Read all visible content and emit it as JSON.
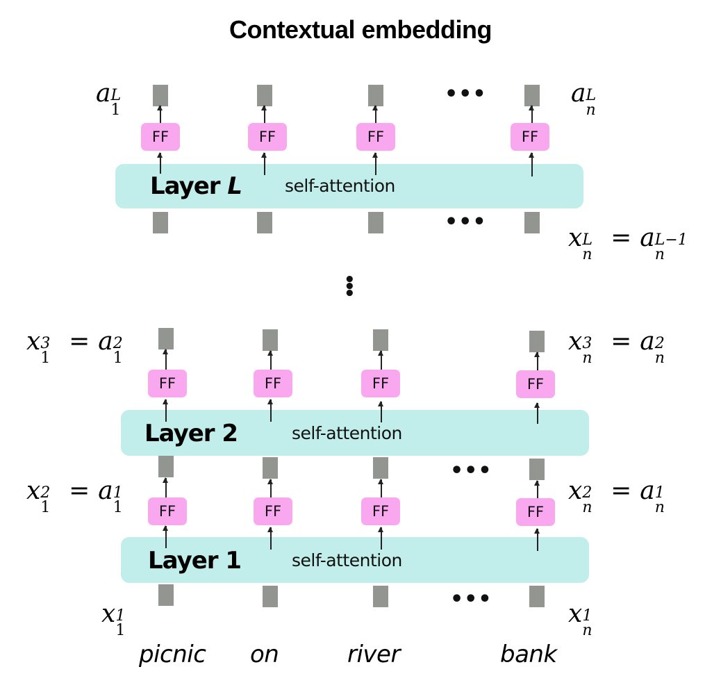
{
  "title": "Contextual embedding",
  "layers": {
    "top": {
      "label_prefix": "Layer ",
      "label_var": "L",
      "block": "self-attention"
    },
    "layer2": {
      "label": "Layer 2",
      "block": "self-attention"
    },
    "layer1": {
      "label": "Layer 1",
      "block": "self-attention"
    }
  },
  "ff_label": "FF",
  "ellipsis_h": "•••",
  "ellipsis_v": "•\n•\n•",
  "words": [
    "picnic",
    "on",
    "river",
    "bank"
  ],
  "math": {
    "a1L": {
      "base": "a",
      "sup": "L",
      "sub": "1"
    },
    "anL": {
      "base": "a",
      "sup": "L",
      "sub": "n"
    },
    "xnL_lhs": {
      "base": "x",
      "sup": "L",
      "sub": "n"
    },
    "xnL_rhs": {
      "base": "a",
      "sup": "L−1",
      "sub": "n"
    },
    "x13_lhs": {
      "base": "x",
      "sup": "3",
      "sub": "1"
    },
    "x13_rhs": {
      "base": "a",
      "sup": "2",
      "sub": "1"
    },
    "xn3_lhs": {
      "base": "x",
      "sup": "3",
      "sub": "n"
    },
    "xn3_rhs": {
      "base": "a",
      "sup": "2",
      "sub": "n"
    },
    "x12_lhs": {
      "base": "x",
      "sup": "2",
      "sub": "1"
    },
    "x12_rhs": {
      "base": "a",
      "sup": "1",
      "sub": "1"
    },
    "xn2_lhs": {
      "base": "x",
      "sup": "2",
      "sub": "n"
    },
    "xn2_rhs": {
      "base": "a",
      "sup": "1",
      "sub": "n"
    },
    "x11": {
      "base": "x",
      "sup": "1",
      "sub": "1"
    },
    "xn1": {
      "base": "x",
      "sup": "1",
      "sub": "n"
    },
    "equals": "="
  },
  "colors": {
    "band": "#c1eeea",
    "ff": "#f9a8f0",
    "vector": "#939690"
  }
}
